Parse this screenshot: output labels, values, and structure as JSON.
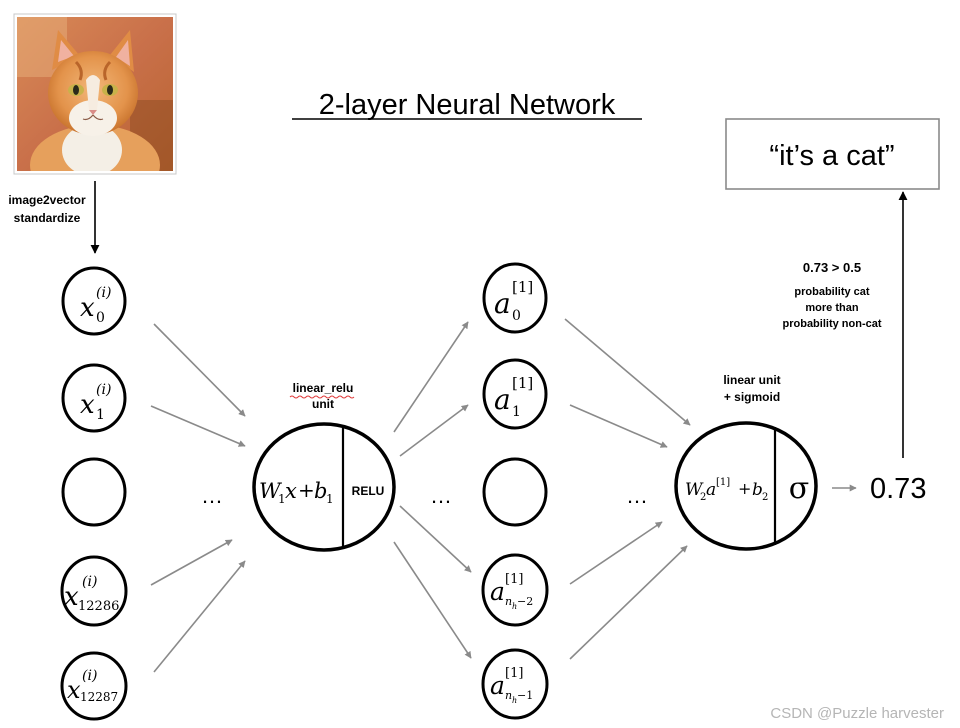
{
  "title": "2-layer Neural Network",
  "preprocess": {
    "line1": "image2vector",
    "line2": "standardize"
  },
  "inputs": [
    {
      "base": "x",
      "sup": "(i)",
      "sub": "0"
    },
    {
      "base": "x",
      "sup": "(i)",
      "sub": "1"
    },
    {
      "base": "",
      "sup": "",
      "sub": ""
    },
    {
      "base": "x",
      "sup": "(i)",
      "sub": "12286"
    },
    {
      "base": "x",
      "sup": "(i)",
      "sub": "12287"
    }
  ],
  "hidden_layer": {
    "label_line1": "linear_relu",
    "label_line2": "unit",
    "eq": {
      "W": "W",
      "W_sub": "1",
      "x": "x",
      "plus": "+",
      "b": "b",
      "b_sub": "1"
    },
    "activation": "RELU"
  },
  "activations": [
    {
      "base": "a",
      "sup": "[1]",
      "sub": "0",
      "sub_sub": "",
      "sub_tail": ""
    },
    {
      "base": "a",
      "sup": "[1]",
      "sub": "1",
      "sub_sub": "",
      "sub_tail": ""
    },
    {
      "base": "",
      "sup": "",
      "sub": "",
      "sub_sub": "",
      "sub_tail": ""
    },
    {
      "base": "a",
      "sup": "[1]",
      "sub": "n",
      "sub_sub": "h",
      "sub_tail": "−2"
    },
    {
      "base": "a",
      "sup": "[1]",
      "sub": "n",
      "sub_sub": "h",
      "sub_tail": "−1"
    }
  ],
  "output_layer": {
    "label_line1": "linear unit",
    "label_line2": "+ sigmoid",
    "eq": {
      "W": "W",
      "W_sub": "2",
      "a": "a",
      "a_sup": "[1]",
      "plus": "+",
      "b": "b",
      "b_sub": "2"
    },
    "activation": "σ"
  },
  "ellipsis": "…",
  "output_value": "0.73",
  "decision": {
    "line1": "0.73 > 0.5",
    "line2": "probability cat",
    "line3": "more than",
    "line4": "probability non-cat"
  },
  "result_text": "“it’s a cat”",
  "watermark": "CSDN @Puzzle harvester",
  "colors": {
    "arrow_gray": "#8a8a8a",
    "stroke_black": "#000000",
    "spell_underline": "#e03a3a",
    "watermark": "#b5b5b5"
  }
}
